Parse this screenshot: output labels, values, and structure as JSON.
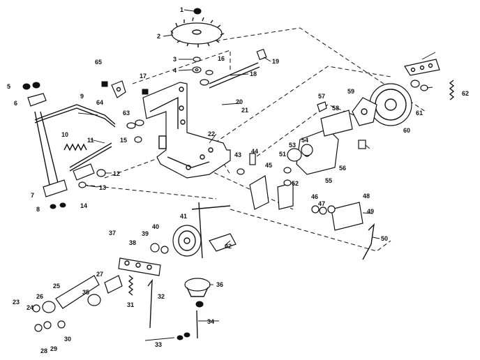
{
  "diagram": {
    "callouts": [
      "1",
      "2",
      "3",
      "4",
      "5",
      "6",
      "7",
      "8",
      "9",
      "10",
      "11",
      "12",
      "13",
      "14",
      "15",
      "16",
      "17",
      "18",
      "19",
      "20",
      "21",
      "22",
      "23",
      "24",
      "25",
      "26",
      "27",
      "28",
      "29",
      "30",
      "31",
      "32",
      "33",
      "34",
      "35",
      "36",
      "37",
      "38",
      "39",
      "40",
      "41",
      "42",
      "43",
      "44",
      "45",
      "46",
      "47",
      "48",
      "49",
      "50",
      "51",
      "52",
      "53",
      "54",
      "55",
      "56",
      "57",
      "58",
      "59",
      "60",
      "61",
      "62",
      "63",
      "64",
      "65"
    ]
  }
}
